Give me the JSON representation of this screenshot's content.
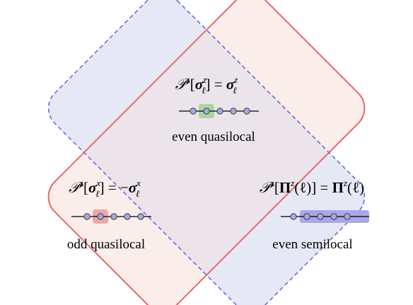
{
  "colors": {
    "red_stroke": "#e86a6a",
    "red_fill": "#fbeeea",
    "blue_stroke": "#6b6bdc",
    "blue_fill": "#e7e8f6",
    "overlap_fill": "#ebe4ea",
    "node_fill": "#a9a9d4",
    "node_stroke": "#3b3b5c",
    "green_highlight": "#a8d8a0",
    "red_highlight": "#e8aaaa",
    "blue_highlight": "#a8a8e8"
  },
  "regions": {
    "top": {
      "equation": {
        "op": "𝒫",
        "sup": "z",
        "arg_sym": "σ",
        "arg_sub": "ℓ",
        "arg_sup": "z",
        "rhs_sign": "",
        "rhs_sym": "σ",
        "rhs_sub": "ℓ",
        "rhs_sup": "z"
      },
      "label": "even quasilocal"
    },
    "left": {
      "equation": {
        "op": "𝒫",
        "sup": "z",
        "arg_sym": "σ",
        "arg_sub": "ℓ",
        "arg_sup": "x",
        "rhs_sign": "−",
        "rhs_sym": "σ",
        "rhs_sub": "ℓ",
        "rhs_sup": "x"
      },
      "label": "odd quasilocal"
    },
    "right": {
      "equation": {
        "op": "𝒫",
        "sup": "z",
        "arg_sym": "Π",
        "arg_sup": "z",
        "arg_paren": "(ℓ)",
        "rhs_sym": "Π",
        "rhs_sup": "z",
        "rhs_paren": "(ℓ)"
      },
      "label": "even semilocal"
    }
  }
}
